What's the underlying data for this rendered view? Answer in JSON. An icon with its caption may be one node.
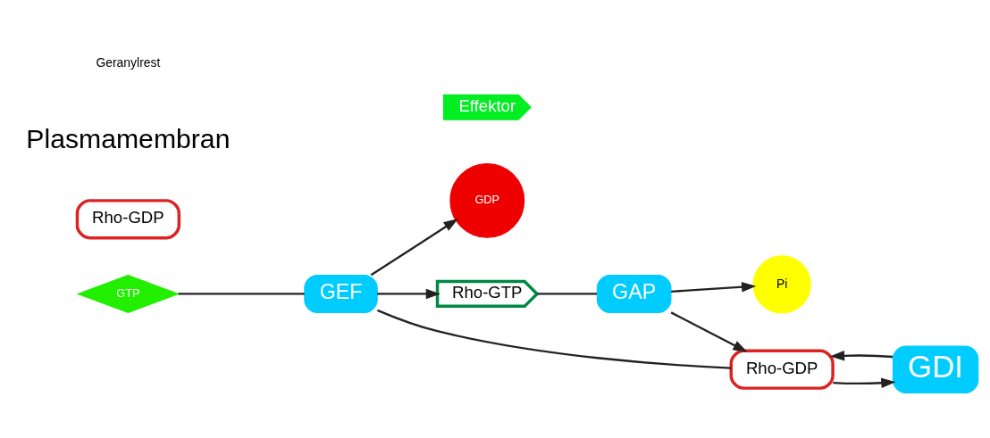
{
  "diagram": {
    "nodes": [
      {
        "text": [
          "GEF"
        ]
      },
      {
        "text": [
          "Rho-GDP"
        ]
      },
      {
        "text": [
          "GTP"
        ]
      },
      {
        "text": [
          "GDP"
        ]
      },
      {
        "text": [
          "Rho-GTP"
        ]
      },
      {
        "text": [
          "Effektor"
        ]
      },
      {
        "text": [
          "GAP"
        ]
      },
      {
        "text": [
          "Pi"
        ]
      },
      {
        "text": [
          "GDI"
        ]
      },
      {
        "text": [
          "Rho-GDP"
        ]
      }
    ],
    "edges": [
      {
        "from": 1,
        "to": 0,
        "arrow": "none"
      },
      {
        "from": 2,
        "to": 0,
        "arrow": "none"
      },
      {
        "from": 0,
        "to": 3,
        "arrow": "to"
      },
      {
        "from": 0,
        "to": 4,
        "arrow": "to"
      },
      {
        "from": 4,
        "to": 6,
        "arrow": "none"
      },
      {
        "from": 6,
        "to": 1,
        "arrow": "to"
      },
      {
        "from": 6,
        "to": 7,
        "arrow": "to"
      },
      {
        "from": 8,
        "to": 1,
        "arrow": "to"
      },
      {
        "from": 1,
        "to": 8,
        "arrow": "to"
      }
    ],
    "labels": [
      "Plasmamembran",
      "Geranylrest"
    ]
  }
}
